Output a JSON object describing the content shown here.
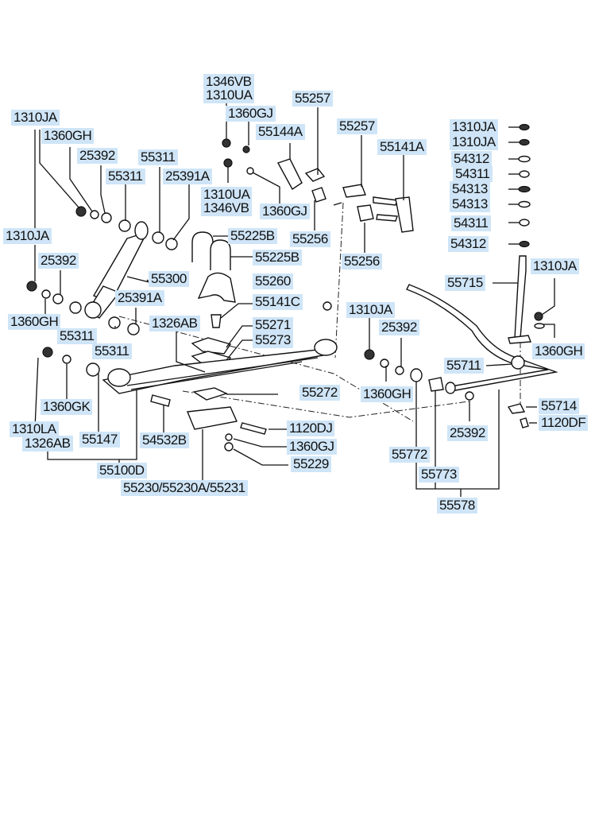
{
  "title": "Rear suspension exploded parts diagram",
  "labels": {
    "l_1310ja_a": "1310JA",
    "l_1360gh_a": "1360GH",
    "l_25392_a": "25392",
    "l_55311_a": "55311",
    "l_55311_b": "55311",
    "l_25391a_a": "25391A",
    "l_1310ja_b": "1310JA",
    "l_25392_b": "25392",
    "l_1360gh_b": "1360GH",
    "l_55311_c": "55311",
    "l_55311_d": "55311",
    "l_25391a_b": "25391A",
    "l_55300": "55300",
    "l_1346vb_a": "1346VB",
    "l_1310ua_a": "1310UA",
    "l_1360gj_a": "1360GJ",
    "l_55144a": "55144A",
    "l_1310ua_b": "1310UA",
    "l_1346vb_b": "1346VB",
    "l_1360gj_b": "1360GJ",
    "l_55257_a": "55257",
    "l_55257_b": "55257",
    "l_55141a": "55141A",
    "l_55256_a": "55256",
    "l_55256_b": "55256",
    "l_55225b_a": "55225B",
    "l_55225b_b": "55225B",
    "l_55260": "55260",
    "l_55141c": "55141C",
    "l_1326ab_a": "1326AB",
    "l_55271": "55271",
    "l_55273": "55273",
    "l_55272": "55272",
    "l_1120dj": "1120DJ",
    "l_1360gj_c": "1360GJ",
    "l_55229": "55229",
    "l_55230": "55230/55230A/55231",
    "l_1310la": "1310LA",
    "l_1326ab_b": "1326AB",
    "l_1360gk": "1360GK",
    "l_55147": "55147",
    "l_54532b": "54532B",
    "l_55100d": "55100D",
    "l_1310ja_r1": "1310JA",
    "l_1310ja_r2": "1310JA",
    "l_54312_a": "54312",
    "l_54311_a": "54311",
    "l_54313_a": "54313",
    "l_54313_b": "54313",
    "l_54311_b": "54311",
    "l_54312_b": "54312",
    "l_1310ja_s": "1310JA",
    "l_55715": "55715",
    "l_1360gh_s": "1360GH",
    "l_1310ja_c": "1310JA",
    "l_25392_c": "25392",
    "l_1360gh_c": "1360GH",
    "l_55711": "55711",
    "l_55714": "55714",
    "l_1120df": "1120DF",
    "l_25392_d": "25392",
    "l_55772": "55772",
    "l_55773": "55773",
    "l_55578": "55578"
  }
}
